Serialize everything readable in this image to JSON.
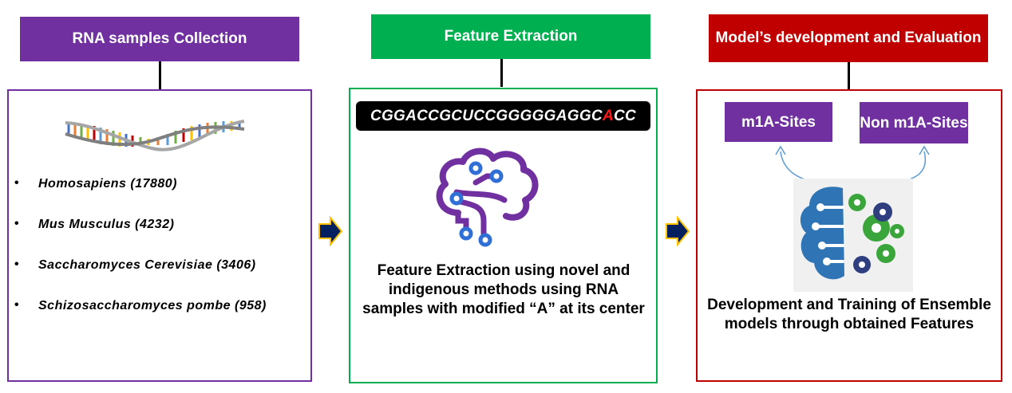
{
  "headers": {
    "collection": "RNA samples Collection",
    "extraction": "Feature Extraction",
    "model": "Model’s development and Evaluation"
  },
  "species": [
    "Homosapiens  (17880)",
    "Mus Musculus (4232)",
    "Saccharomyces Cerevisiae  (3406)",
    "Schizosaccharomyces  pombe (958)"
  ],
  "sequence": {
    "prefix": "CGGACCGCUCCGGGGGAGGC",
    "modified_base": "A",
    "suffix": "CC"
  },
  "extraction_description": "Feature Extraction using novel and indigenous methods using RNA samples with modified “A” at its center",
  "model_tags": {
    "m1a": "m1A-Sites",
    "non_m1a": "Non m1A-Sites"
  },
  "model_description": "Development and Training of Ensemble models through obtained Features",
  "colors": {
    "collection": "#7030a0",
    "extraction": "#00b050",
    "model": "#c00000",
    "arrow_fill": "#002060",
    "highlight": "#ff1a1a"
  },
  "icons": [
    "rna-helix-icon",
    "brain-circuit-icon",
    "brain-gears-icon",
    "right-arrow-icon"
  ]
}
